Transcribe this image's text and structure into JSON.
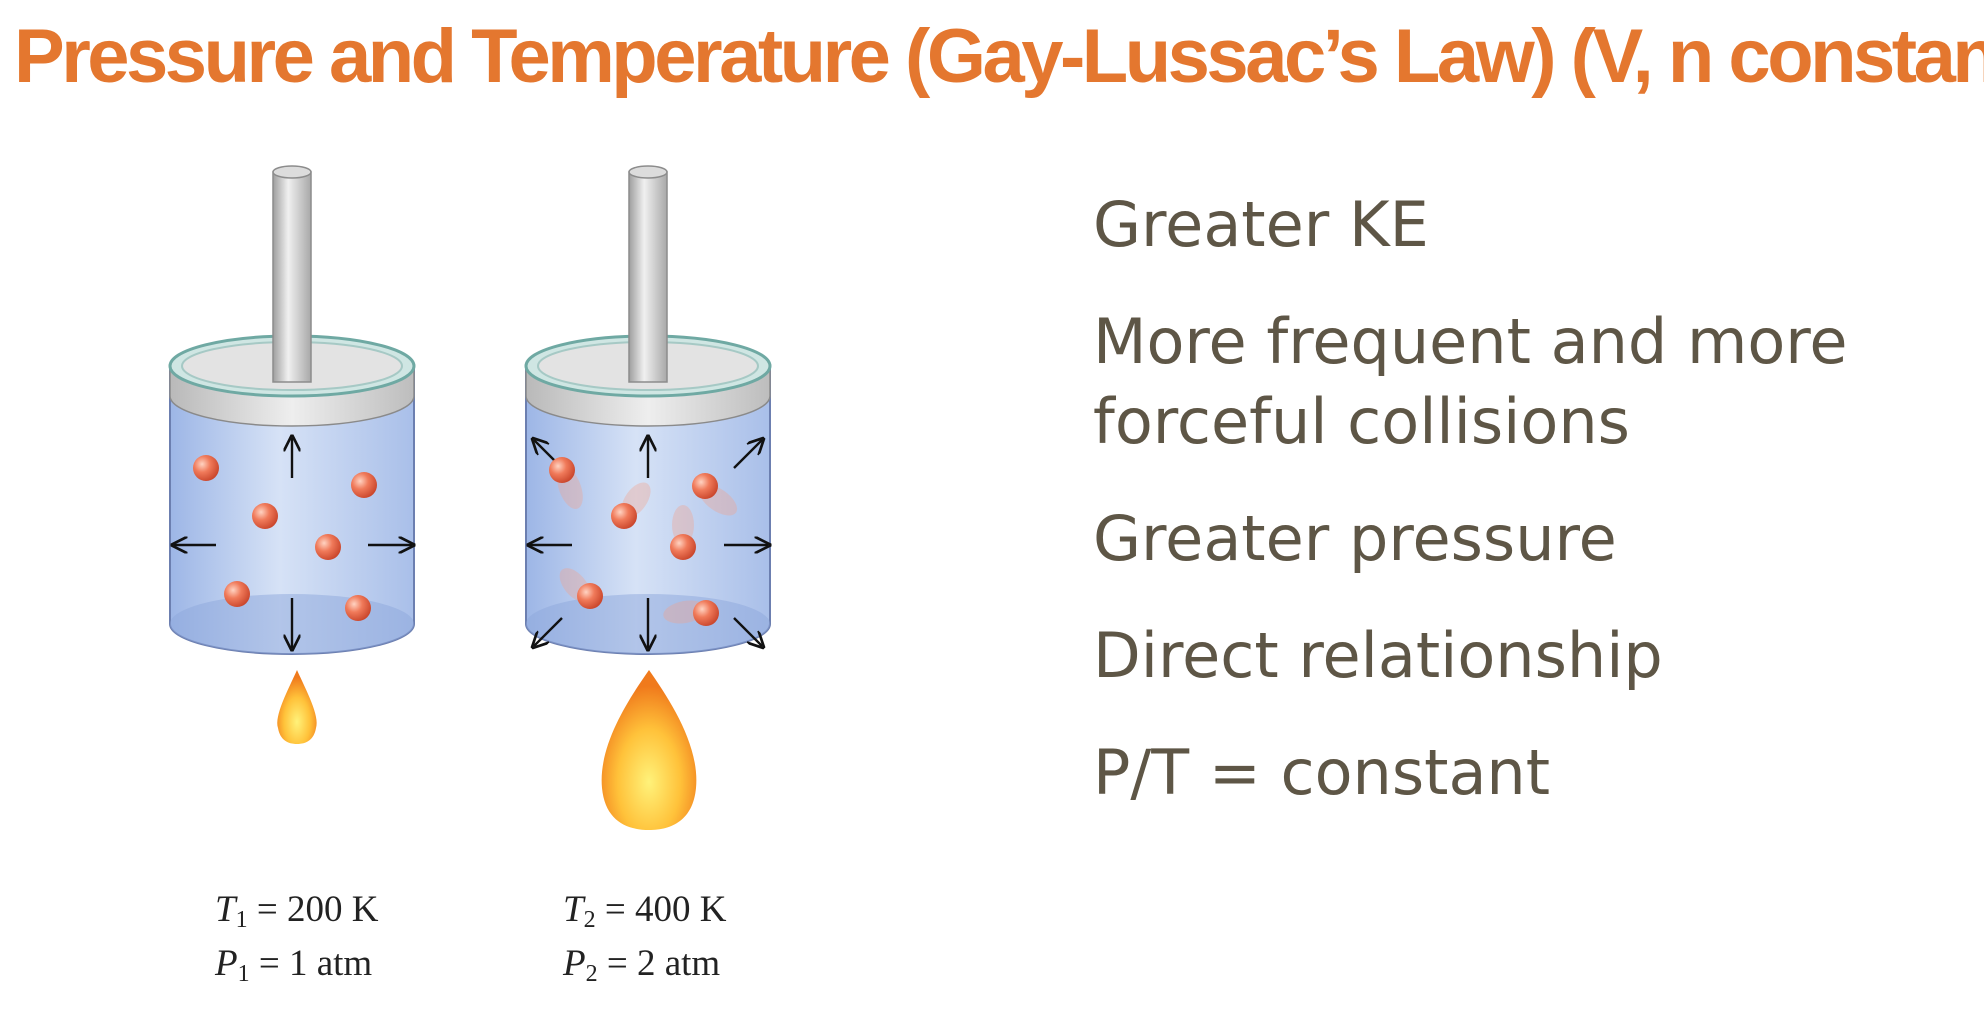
{
  "title": "Pressure and Temperature (Gay-Lussac’s Law) (V, n constant)",
  "diagram": {
    "left": {
      "T_var": "T",
      "T_sub": "1",
      "T_value": "= 200 K",
      "P_var": "P",
      "P_sub": "1",
      "P_value": "= 1 atm",
      "flame": "small"
    },
    "right": {
      "T_var": "T",
      "T_sub": "2",
      "T_value": "= 400 K",
      "P_var": "P",
      "P_sub": "2",
      "P_value": "= 2 atm",
      "flame": "large"
    },
    "colors": {
      "gas": "#b9cdef",
      "particle": "#e8664a",
      "flame_outer": "#f7a21a",
      "flame_inner": "#ffe45a"
    }
  },
  "bullets": [
    "Greater KE",
    "More frequent and more forceful collisions",
    "Greater pressure",
    "Direct relationship",
    "P/T = constant"
  ],
  "colors": {
    "title": "#E4772F",
    "text": "#5E5646"
  }
}
